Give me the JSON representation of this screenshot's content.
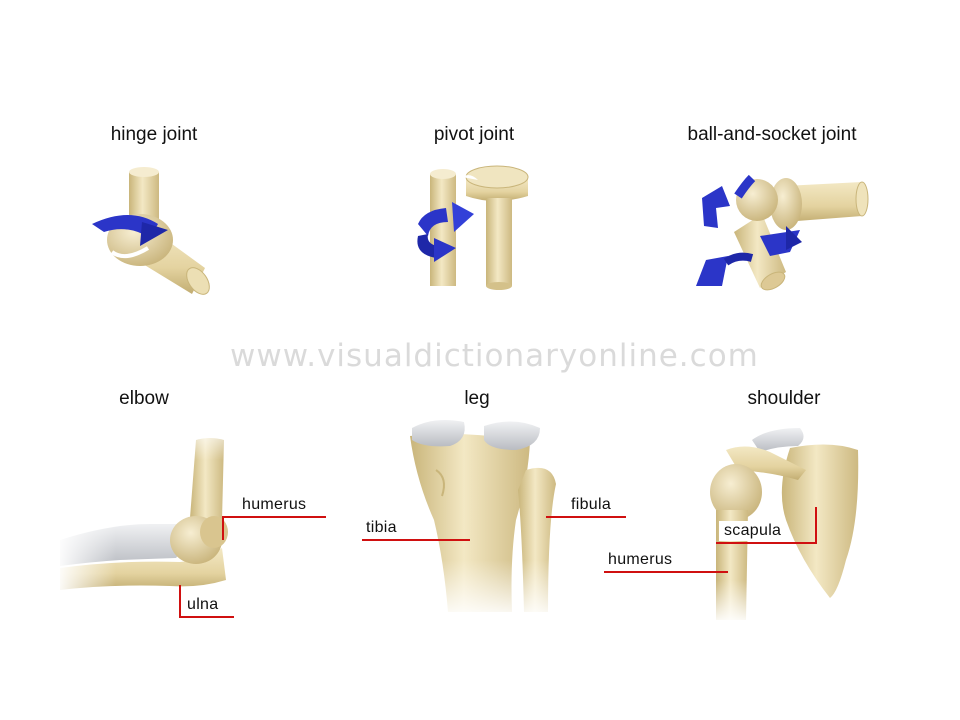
{
  "joint_types": {
    "hinge": "hinge joint",
    "pivot": "pivot joint",
    "ball": "ball-and-socket joint"
  },
  "examples": {
    "elbow": {
      "title": "elbow",
      "labels": {
        "humerus": "humerus",
        "ulna": "ulna"
      }
    },
    "leg": {
      "title": "leg",
      "labels": {
        "tibia": "tibia",
        "fibula": "fibula"
      }
    },
    "shoulder": {
      "title": "shoulder",
      "labels": {
        "scapula": "scapula",
        "humerus": "humerus"
      }
    }
  },
  "watermark": "www.visualdictionaryonline.com",
  "colors": {
    "bone": "#e8d9a8",
    "bone_shadow": "#c9b57a",
    "cartilage": "#d6d8dc",
    "arrow": "#2b35c8",
    "leader_line": "#d01010"
  }
}
